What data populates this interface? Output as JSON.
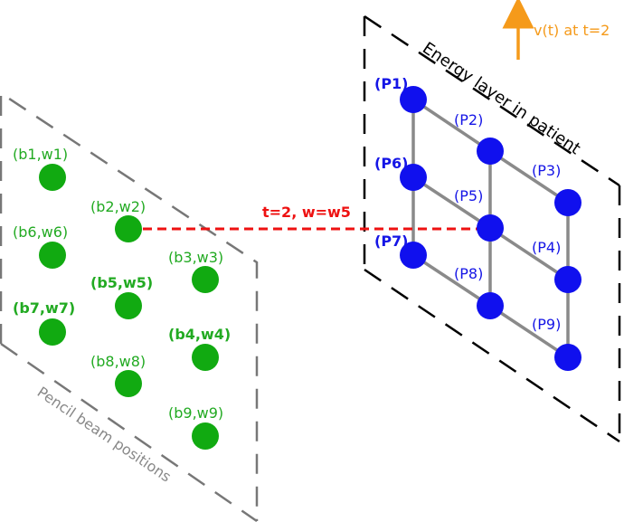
{
  "colors": {
    "beam_spot": "#11aa11",
    "beam_label": "#22aa22",
    "patient_point": "#1010ee",
    "patient_label": "#1515e6",
    "grid_line": "#8a8a8a",
    "frame_gray": "#777777",
    "frame_black": "#000000",
    "path_red": "#ee1111",
    "velocity_orange": "#f59a1a"
  },
  "beam_plane": {
    "caption": "Pencil beam positions",
    "spots": [
      {
        "label": "(b1,w1)",
        "bold": false
      },
      {
        "label": "(b2,w2)",
        "bold": false
      },
      {
        "label": "(b3,w3)",
        "bold": false
      },
      {
        "label": "(b4,w4)",
        "bold": true
      },
      {
        "label": "(b5,w5)",
        "bold": true
      },
      {
        "label": "(b6,w6)",
        "bold": false
      },
      {
        "label": "(b7,w7)",
        "bold": true
      },
      {
        "label": "(b8,w8)",
        "bold": false
      },
      {
        "label": "(b9,w9)",
        "bold": false
      }
    ]
  },
  "energy_layer": {
    "title": "Energy layer in patient",
    "points": [
      {
        "label": "(P1)",
        "bold": true
      },
      {
        "label": "(P2)",
        "bold": false
      },
      {
        "label": "(P3)",
        "bold": false
      },
      {
        "label": "(P4)",
        "bold": false
      },
      {
        "label": "(P5)",
        "bold": false
      },
      {
        "label": "(P6)",
        "bold": true
      },
      {
        "label": "(P7)",
        "bold": true
      },
      {
        "label": "(P8)",
        "bold": false
      },
      {
        "label": "(P9)",
        "bold": false
      }
    ]
  },
  "current_beam": {
    "label": "t=2, w=w5"
  },
  "velocity": {
    "label": "v(t) at t=2"
  }
}
